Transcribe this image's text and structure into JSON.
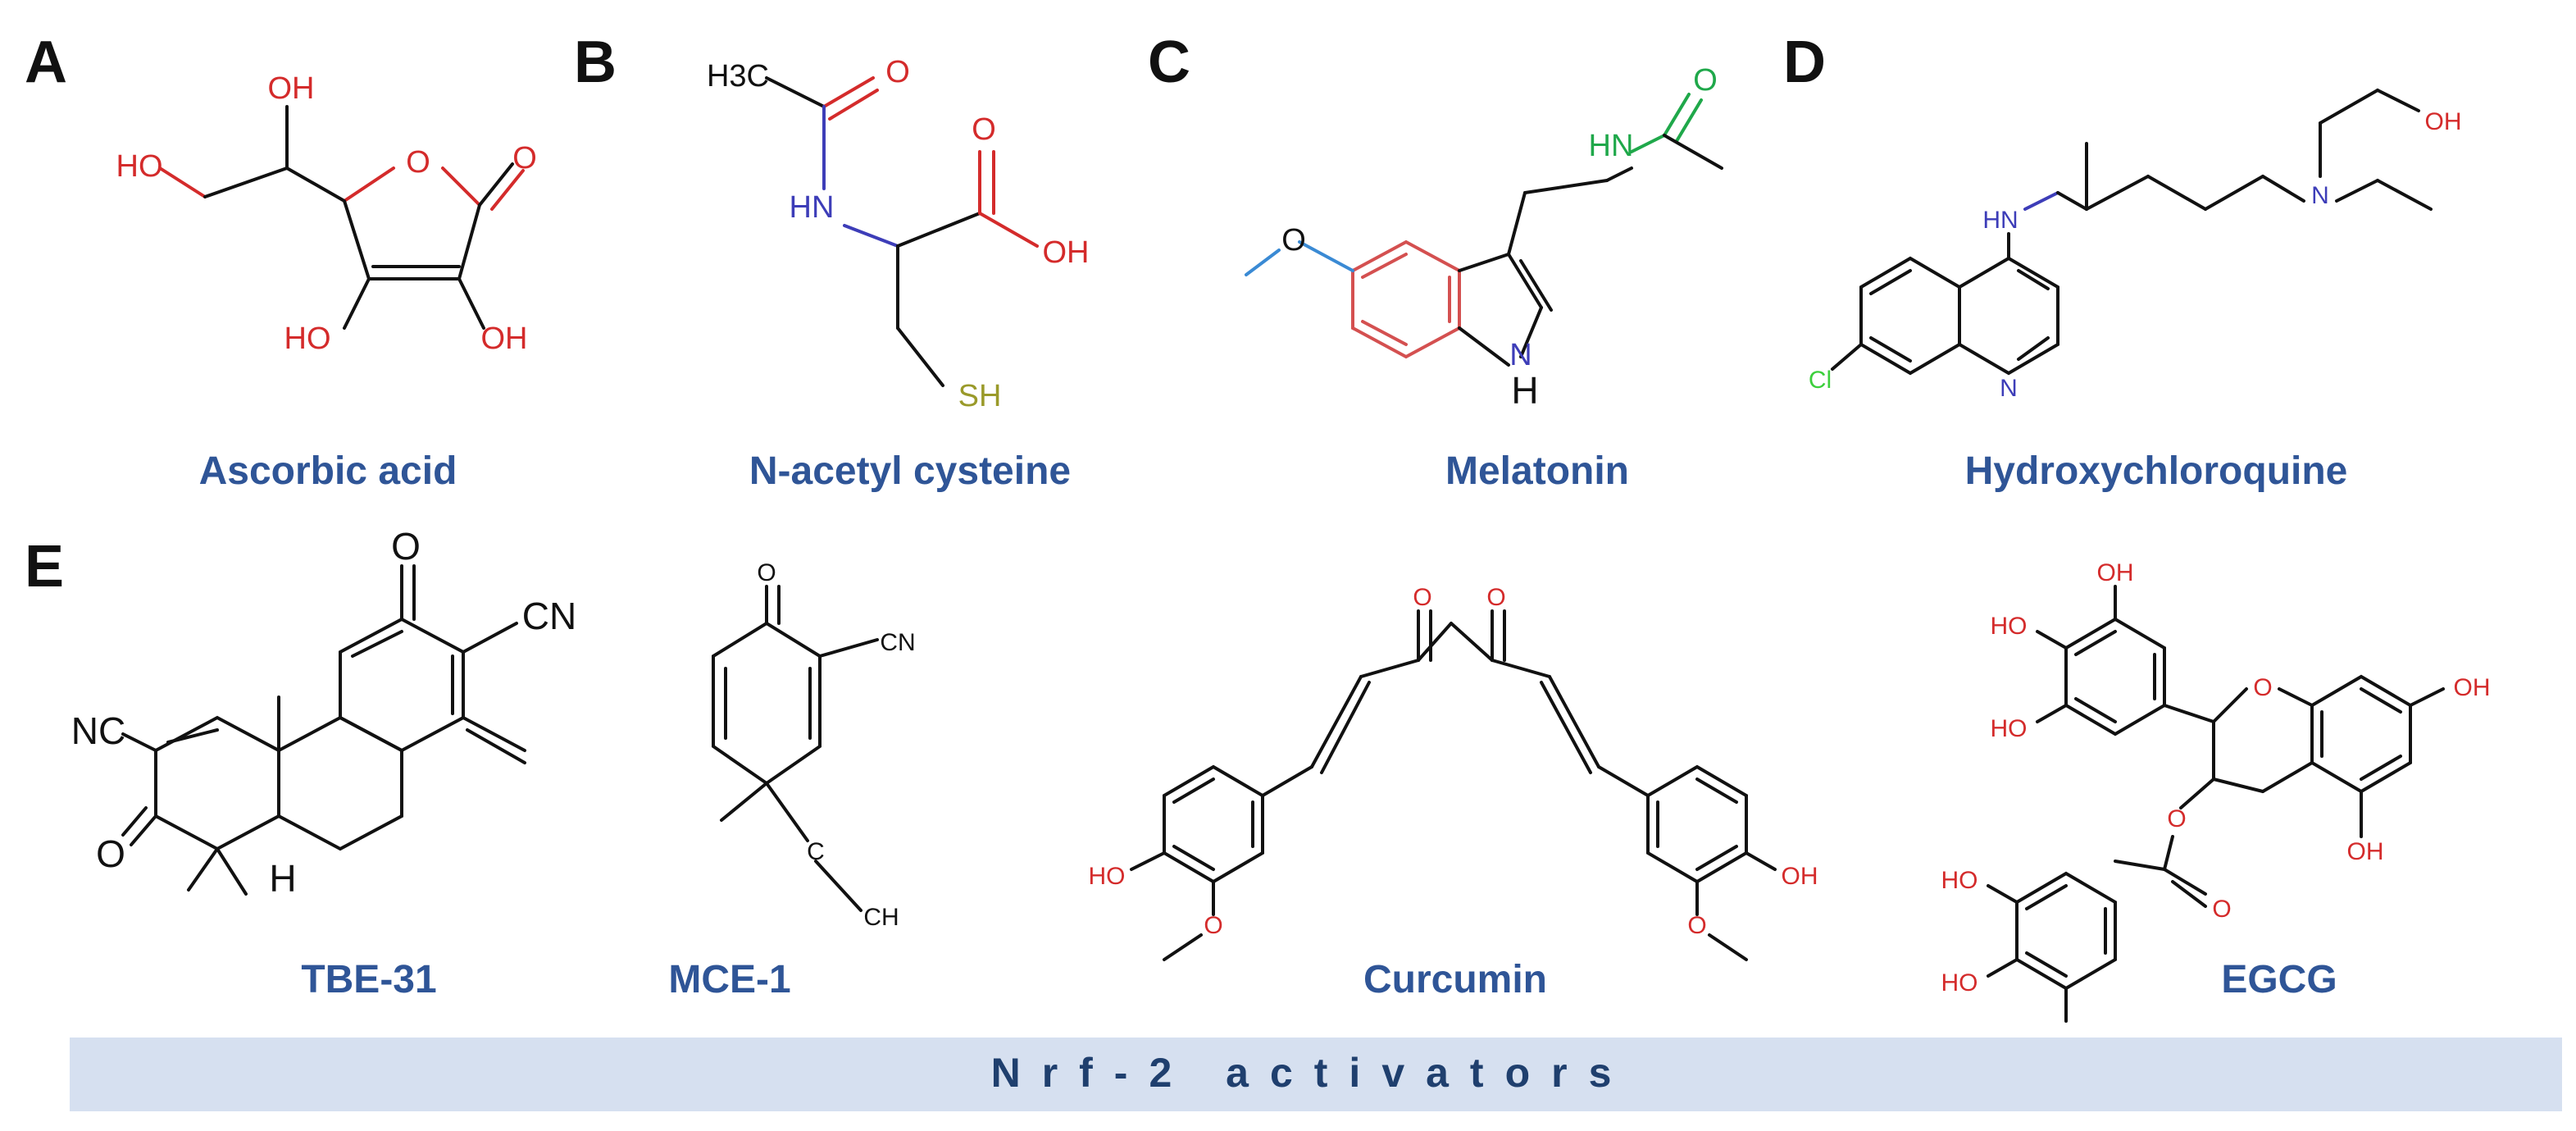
{
  "panels": {
    "A": {
      "letter": "A",
      "name": "Ascorbic acid"
    },
    "B": {
      "letter": "B",
      "name": "N-acetyl cysteine"
    },
    "C": {
      "letter": "C",
      "name": "Melatonin"
    },
    "D": {
      "letter": "D",
      "name": "Hydroxychloroquine"
    },
    "E": {
      "letter": "E",
      "names": [
        "TBE-31",
        "MCE-1",
        "Curcumin",
        "EGCG"
      ]
    }
  },
  "atoms": {
    "OH": "OH",
    "HO": "HO",
    "O": "O",
    "H3C": "H3C",
    "HN": "HN",
    "SH": "SH",
    "N": "N",
    "H": "H",
    "Cl": "Cl",
    "NC": "NC",
    "CN": "CN",
    "C": "C",
    "CH": "CH"
  },
  "banner": {
    "label": "Nrf-2 activators"
  },
  "colors": {
    "name_blue": "#2f5597",
    "heteroatom_red": "#d42b2b",
    "amine_blue": "#3d3db8",
    "melatonin_green": "#1fa84a",
    "banner_fill": "#d6e0f0"
  }
}
